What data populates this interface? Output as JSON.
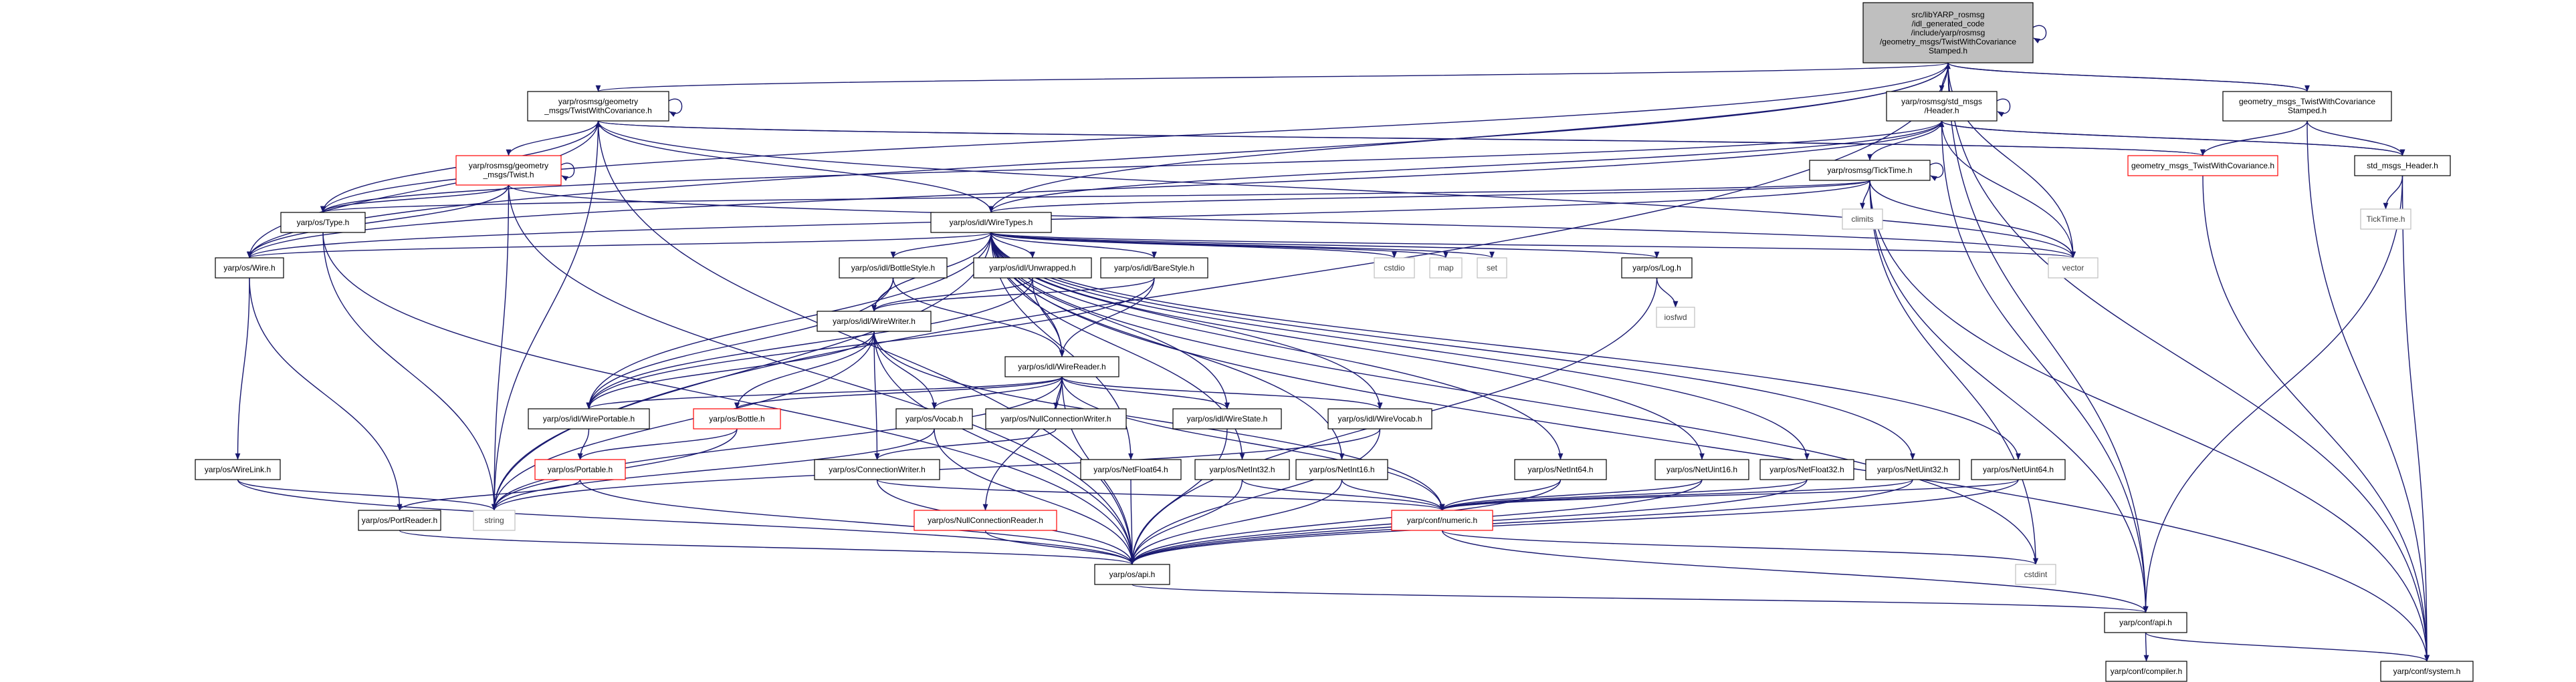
{
  "graph": {
    "colors": {
      "edge": "#191970",
      "node_border": "#000000",
      "node_fill": "#ffffff",
      "root_fill": "#bfbfbf",
      "truncated_border": "#ff0000",
      "system_border": "#bfbfbf",
      "system_text": "#404040"
    },
    "nodes": [
      {
        "id": "root",
        "kind": "root",
        "lines": [
          "src/libYARP_rosmsg",
          "/idl_generated_code",
          "/include/yarp/rosmsg",
          "/geometry_msgs/TwistWithCovariance",
          "Stamped.h"
        ]
      },
      {
        "id": "twc_h",
        "kind": "normal",
        "lines": [
          "yarp/rosmsg/geometry",
          "_msgs/TwistWithCovariance.h"
        ]
      },
      {
        "id": "header_h",
        "kind": "normal",
        "lines": [
          "yarp/rosmsg/std_msgs",
          "/Header.h"
        ]
      },
      {
        "id": "twcs_fwd",
        "kind": "normal",
        "lines": [
          "geometry_msgs_TwistWithCovariance",
          "Stamped.h"
        ]
      },
      {
        "id": "twist_h",
        "kind": "truncated",
        "lines": [
          "yarp/rosmsg/geometry",
          "_msgs/Twist.h"
        ]
      },
      {
        "id": "twc_fwd",
        "kind": "truncated",
        "lines": [
          "geometry_msgs_TwistWithCovariance.h"
        ]
      },
      {
        "id": "std_header",
        "kind": "normal",
        "lines": [
          "std_msgs_Header.h"
        ]
      },
      {
        "id": "ticktime_h",
        "kind": "normal",
        "lines": [
          "yarp/rosmsg/TickTime.h"
        ]
      },
      {
        "id": "climits",
        "kind": "system",
        "lines": [
          "climits"
        ]
      },
      {
        "id": "ticktime_fwd",
        "kind": "system",
        "lines": [
          "TickTime.h"
        ]
      },
      {
        "id": "type_h",
        "kind": "normal",
        "lines": [
          "yarp/os/Type.h"
        ]
      },
      {
        "id": "wiretypes_h",
        "kind": "normal",
        "lines": [
          "yarp/os/idl/WireTypes.h"
        ]
      },
      {
        "id": "vector",
        "kind": "system",
        "lines": [
          "vector"
        ]
      },
      {
        "id": "wire_h",
        "kind": "normal",
        "lines": [
          "yarp/os/Wire.h"
        ]
      },
      {
        "id": "cstdio",
        "kind": "system",
        "lines": [
          "cstdio"
        ]
      },
      {
        "id": "map",
        "kind": "system",
        "lines": [
          "map"
        ]
      },
      {
        "id": "set",
        "kind": "system",
        "lines": [
          "set"
        ]
      },
      {
        "id": "log_h",
        "kind": "normal",
        "lines": [
          "yarp/os/Log.h"
        ]
      },
      {
        "id": "iosfwd",
        "kind": "system",
        "lines": [
          "iosfwd"
        ]
      },
      {
        "id": "bottlestyle_h",
        "kind": "normal",
        "lines": [
          "yarp/os/idl/BottleStyle.h"
        ]
      },
      {
        "id": "unwrapped_h",
        "kind": "normal",
        "lines": [
          "yarp/os/idl/Unwrapped.h"
        ]
      },
      {
        "id": "barestyle_h",
        "kind": "normal",
        "lines": [
          "yarp/os/idl/BareStyle.h"
        ]
      },
      {
        "id": "wirewriter_h",
        "kind": "normal",
        "lines": [
          "yarp/os/idl/WireWriter.h"
        ]
      },
      {
        "id": "wirereader_h",
        "kind": "normal",
        "lines": [
          "yarp/os/idl/WireReader.h"
        ]
      },
      {
        "id": "wireportable_h",
        "kind": "normal",
        "lines": [
          "yarp/os/idl/WirePortable.h"
        ]
      },
      {
        "id": "bottle_h",
        "kind": "truncated",
        "lines": [
          "yarp/os/Bottle.h"
        ]
      },
      {
        "id": "vocab_h",
        "kind": "normal",
        "lines": [
          "yarp/os/Vocab.h"
        ]
      },
      {
        "id": "nullcw_h",
        "kind": "normal",
        "lines": [
          "yarp/os/NullConnectionWriter.h"
        ]
      },
      {
        "id": "wirestate_h",
        "kind": "normal",
        "lines": [
          "yarp/os/idl/WireState.h"
        ]
      },
      {
        "id": "wirevocab_h",
        "kind": "normal",
        "lines": [
          "yarp/os/idl/WireVocab.h"
        ]
      },
      {
        "id": "portable_h",
        "kind": "truncated",
        "lines": [
          "yarp/os/Portable.h"
        ]
      },
      {
        "id": "wirelink_h",
        "kind": "normal",
        "lines": [
          "yarp/os/WireLink.h"
        ]
      },
      {
        "id": "connwriter_h",
        "kind": "normal",
        "lines": [
          "yarp/os/ConnectionWriter.h"
        ]
      },
      {
        "id": "portreader_h",
        "kind": "normal",
        "lines": [
          "yarp/os/PortReader.h"
        ]
      },
      {
        "id": "string",
        "kind": "system",
        "lines": [
          "string"
        ]
      },
      {
        "id": "nullcr_h",
        "kind": "truncated",
        "lines": [
          "yarp/os/NullConnectionReader.h"
        ]
      },
      {
        "id": "netfloat64_h",
        "kind": "normal",
        "lines": [
          "yarp/os/NetFloat64.h"
        ]
      },
      {
        "id": "netint32_h",
        "kind": "normal",
        "lines": [
          "yarp/os/NetInt32.h"
        ]
      },
      {
        "id": "netint16_h",
        "kind": "normal",
        "lines": [
          "yarp/os/NetInt16.h"
        ]
      },
      {
        "id": "netint64_h",
        "kind": "normal",
        "lines": [
          "yarp/os/NetInt64.h"
        ]
      },
      {
        "id": "netuint16_h",
        "kind": "normal",
        "lines": [
          "yarp/os/NetUint16.h"
        ]
      },
      {
        "id": "netfloat32_h",
        "kind": "normal",
        "lines": [
          "yarp/os/NetFloat32.h"
        ]
      },
      {
        "id": "netuint32_h",
        "kind": "normal",
        "lines": [
          "yarp/os/NetUint32.h"
        ]
      },
      {
        "id": "netuint64_h",
        "kind": "normal",
        "lines": [
          "yarp/os/NetUint64.h"
        ]
      },
      {
        "id": "numeric_h",
        "kind": "truncated",
        "lines": [
          "yarp/conf/numeric.h"
        ]
      },
      {
        "id": "os_api_h",
        "kind": "normal",
        "lines": [
          "yarp/os/api.h"
        ]
      },
      {
        "id": "cstdint",
        "kind": "system",
        "lines": [
          "cstdint"
        ]
      },
      {
        "id": "conf_api_h",
        "kind": "normal",
        "lines": [
          "yarp/conf/api.h"
        ]
      },
      {
        "id": "compiler_h",
        "kind": "normal",
        "lines": [
          "yarp/conf/compiler.h"
        ]
      },
      {
        "id": "system_h",
        "kind": "normal",
        "lines": [
          "yarp/conf/system.h"
        ]
      }
    ],
    "edges": [
      [
        "root",
        "twc_h"
      ],
      [
        "root",
        "header_h"
      ],
      [
        "root",
        "twcs_fwd"
      ],
      [
        "root",
        "wiretypes_h"
      ],
      [
        "root",
        "type_h"
      ],
      [
        "root",
        "wire_h"
      ],
      [
        "root",
        "string"
      ],
      [
        "root",
        "vector"
      ],
      [
        "root",
        "conf_api_h"
      ],
      [
        "root",
        "system_h"
      ],
      [
        "root",
        "root"
      ],
      [
        "twcs_fwd",
        "root"
      ],
      [
        "twcs_fwd",
        "twc_fwd"
      ],
      [
        "twcs_fwd",
        "std_header"
      ],
      [
        "twcs_fwd",
        "system_h"
      ],
      [
        "twc_h",
        "twc_h"
      ],
      [
        "twc_h",
        "twist_h"
      ],
      [
        "twc_h",
        "wiretypes_h"
      ],
      [
        "twc_h",
        "type_h"
      ],
      [
        "twc_h",
        "wire_h"
      ],
      [
        "twc_h",
        "string"
      ],
      [
        "twc_h",
        "vector"
      ],
      [
        "twc_h",
        "twc_fwd"
      ],
      [
        "twc_h",
        "os_api_h"
      ],
      [
        "header_h",
        "header_h"
      ],
      [
        "header_h",
        "ticktime_h"
      ],
      [
        "header_h",
        "wiretypes_h"
      ],
      [
        "header_h",
        "type_h"
      ],
      [
        "header_h",
        "wire_h"
      ],
      [
        "header_h",
        "std_header"
      ],
      [
        "header_h",
        "vector"
      ],
      [
        "header_h",
        "conf_api_h"
      ],
      [
        "std_header",
        "header_h"
      ],
      [
        "std_header",
        "ticktime_fwd"
      ],
      [
        "std_header",
        "conf_api_h"
      ],
      [
        "std_header",
        "system_h"
      ],
      [
        "twc_fwd",
        "twc_h"
      ],
      [
        "twc_fwd",
        "system_h"
      ],
      [
        "twist_h",
        "twist_h"
      ],
      [
        "twist_h",
        "type_h"
      ],
      [
        "twist_h",
        "wire_h"
      ],
      [
        "twist_h",
        "string"
      ],
      [
        "twist_h",
        "vector"
      ],
      [
        "twist_h",
        "os_api_h"
      ],
      [
        "ticktime_h",
        "ticktime_h"
      ],
      [
        "ticktime_h",
        "climits"
      ],
      [
        "ticktime_h",
        "wiretypes_h"
      ],
      [
        "ticktime_h",
        "type_h"
      ],
      [
        "ticktime_h",
        "wire_h"
      ],
      [
        "ticktime_h",
        "vector"
      ],
      [
        "ticktime_h",
        "conf_api_h"
      ],
      [
        "ticktime_h",
        "cstdint"
      ],
      [
        "ticktime_h",
        "system_h"
      ],
      [
        "type_h",
        "string"
      ],
      [
        "type_h",
        "os_api_h"
      ],
      [
        "wire_h",
        "wirelink_h"
      ],
      [
        "wire_h",
        "portreader_h"
      ],
      [
        "wirelink_h",
        "os_api_h"
      ],
      [
        "wirelink_h",
        "string"
      ],
      [
        "wiretypes_h",
        "wire_h"
      ],
      [
        "wiretypes_h",
        "cstdio"
      ],
      [
        "wiretypes_h",
        "map"
      ],
      [
        "wiretypes_h",
        "set"
      ],
      [
        "wiretypes_h",
        "log_h"
      ],
      [
        "wiretypes_h",
        "bottlestyle_h"
      ],
      [
        "wiretypes_h",
        "unwrapped_h"
      ],
      [
        "wiretypes_h",
        "barestyle_h"
      ],
      [
        "wiretypes_h",
        "wirewriter_h"
      ],
      [
        "wiretypes_h",
        "wirereader_h"
      ],
      [
        "wiretypes_h",
        "wireportable_h"
      ],
      [
        "wiretypes_h",
        "wirestate_h"
      ],
      [
        "wiretypes_h",
        "wirevocab_h"
      ],
      [
        "wiretypes_h",
        "string"
      ],
      [
        "wiretypes_h",
        "vector"
      ],
      [
        "wiretypes_h",
        "netint16_h"
      ],
      [
        "wiretypes_h",
        "netint32_h"
      ],
      [
        "wiretypes_h",
        "netint64_h"
      ],
      [
        "wiretypes_h",
        "netuint16_h"
      ],
      [
        "wiretypes_h",
        "netuint32_h"
      ],
      [
        "wiretypes_h",
        "netuint64_h"
      ],
      [
        "wiretypes_h",
        "netfloat32_h"
      ],
      [
        "wiretypes_h",
        "netfloat64_h"
      ],
      [
        "wiretypes_h",
        "cstdint"
      ],
      [
        "wiretypes_h",
        "system_h"
      ],
      [
        "log_h",
        "iosfwd"
      ],
      [
        "log_h",
        "os_api_h"
      ],
      [
        "bottlestyle_h",
        "wirewriter_h"
      ],
      [
        "bottlestyle_h",
        "wirereader_h"
      ],
      [
        "bottlestyle_h",
        "wireportable_h"
      ],
      [
        "unwrapped_h",
        "wirewriter_h"
      ],
      [
        "unwrapped_h",
        "wirereader_h"
      ],
      [
        "unwrapped_h",
        "wireportable_h"
      ],
      [
        "barestyle_h",
        "wirewriter_h"
      ],
      [
        "barestyle_h",
        "wirereader_h"
      ],
      [
        "barestyle_h",
        "wireportable_h"
      ],
      [
        "wirewriter_h",
        "wireportable_h"
      ],
      [
        "wirewriter_h",
        "bottle_h"
      ],
      [
        "wirewriter_h",
        "vocab_h"
      ],
      [
        "wirewriter_h",
        "connwriter_h"
      ],
      [
        "wirewriter_h",
        "os_api_h"
      ],
      [
        "wirewriter_h",
        "string"
      ],
      [
        "wirewriter_h",
        "numeric_h"
      ],
      [
        "wirereader_h",
        "wireportable_h"
      ],
      [
        "wirereader_h",
        "bottle_h"
      ],
      [
        "wirereader_h",
        "vocab_h"
      ],
      [
        "wirereader_h",
        "nullcw_h"
      ],
      [
        "wirereader_h",
        "wirestate_h"
      ],
      [
        "wirereader_h",
        "wirevocab_h"
      ],
      [
        "wirereader_h",
        "nullcr_h"
      ],
      [
        "wirereader_h",
        "os_api_h"
      ],
      [
        "wirereader_h",
        "string"
      ],
      [
        "wirereader_h",
        "numeric_h"
      ],
      [
        "wireportable_h",
        "portable_h"
      ],
      [
        "bottle_h",
        "portable_h"
      ],
      [
        "bottle_h",
        "string"
      ],
      [
        "portable_h",
        "portreader_h"
      ],
      [
        "portable_h",
        "os_api_h"
      ],
      [
        "vocab_h",
        "os_api_h"
      ],
      [
        "vocab_h",
        "string"
      ],
      [
        "nullcw_h",
        "connwriter_h"
      ],
      [
        "wirestate_h",
        "os_api_h"
      ],
      [
        "wirevocab_h",
        "os_api_h"
      ],
      [
        "wirevocab_h",
        "string"
      ],
      [
        "connwriter_h",
        "os_api_h"
      ],
      [
        "connwriter_h",
        "numeric_h"
      ],
      [
        "portreader_h",
        "os_api_h"
      ],
      [
        "nullcr_h",
        "os_api_h"
      ],
      [
        "netfloat64_h",
        "os_api_h"
      ],
      [
        "netint32_h",
        "os_api_h"
      ],
      [
        "netint32_h",
        "numeric_h"
      ],
      [
        "netint16_h",
        "os_api_h"
      ],
      [
        "netint16_h",
        "numeric_h"
      ],
      [
        "netint64_h",
        "numeric_h"
      ],
      [
        "netint64_h",
        "os_api_h"
      ],
      [
        "netuint16_h",
        "numeric_h"
      ],
      [
        "netuint16_h",
        "os_api_h"
      ],
      [
        "netfloat32_h",
        "numeric_h"
      ],
      [
        "netfloat32_h",
        "os_api_h"
      ],
      [
        "netuint32_h",
        "numeric_h"
      ],
      [
        "netuint32_h",
        "os_api_h"
      ],
      [
        "netuint64_h",
        "numeric_h"
      ],
      [
        "netuint64_h",
        "os_api_h"
      ],
      [
        "numeric_h",
        "conf_api_h"
      ],
      [
        "numeric_h",
        "cstdint"
      ],
      [
        "os_api_h",
        "conf_api_h"
      ],
      [
        "conf_api_h",
        "compiler_h"
      ],
      [
        "conf_api_h",
        "system_h"
      ]
    ]
  }
}
